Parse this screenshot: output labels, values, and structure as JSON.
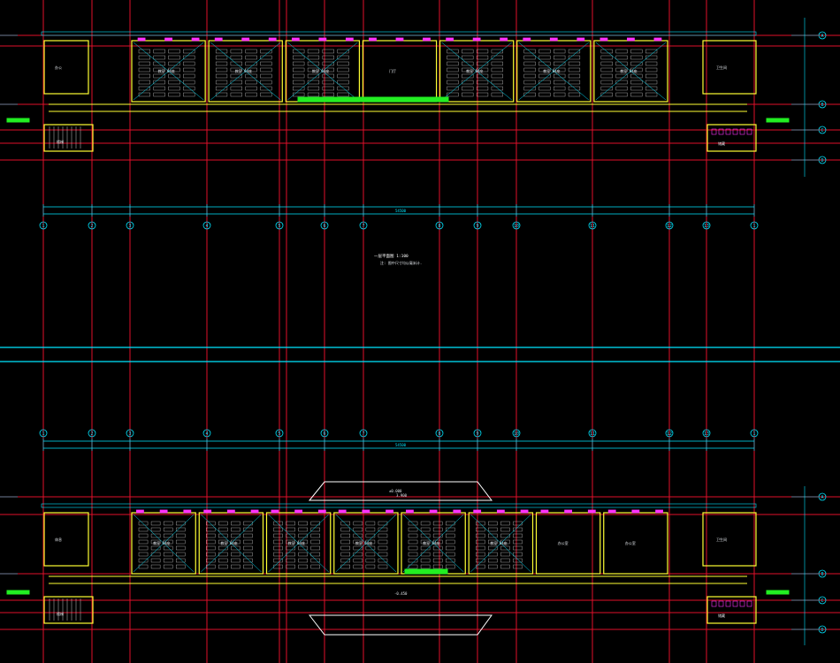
{
  "colors": {
    "background": "#000000",
    "axis_line": "#e0102a",
    "dimension": "#00e5ff",
    "wall": "#ffff33",
    "window": "#ff33ff",
    "highlight": "#22ee22",
    "desks": "#c8c8c8",
    "text": "#dfe3e8"
  },
  "upper_plan": {
    "axis_labels": [
      "1",
      "2",
      "3",
      "4",
      "5",
      "6",
      "7",
      "8",
      "9",
      "10",
      "11",
      "12",
      "13"
    ],
    "rooms": [
      {
        "id": "r1",
        "label": "教室 64座"
      },
      {
        "id": "r2",
        "label": "教室 64座"
      },
      {
        "id": "r3",
        "label": "教室 64座"
      },
      {
        "id": "r4",
        "label": "门厅"
      },
      {
        "id": "r5",
        "label": "教室 64座"
      },
      {
        "id": "r6",
        "label": "教室 64座"
      },
      {
        "id": "r7",
        "label": "教室 64座"
      }
    ],
    "side_rooms": [
      "办公",
      "楼梯",
      "卫生间",
      "储藏"
    ],
    "caption": "一层平面图  1:100",
    "caption_sub": "注: 图中尺寸均以毫米计."
  },
  "lower_plan": {
    "axis_labels": [
      "1",
      "2",
      "3",
      "4",
      "5",
      "6",
      "7",
      "8",
      "9",
      "10",
      "11",
      "12",
      "13"
    ],
    "rooms": [
      {
        "id": "r1",
        "label": "教室 64座"
      },
      {
        "id": "r2",
        "label": "教室 64座"
      },
      {
        "id": "r3",
        "label": "教室 64座"
      },
      {
        "id": "r4",
        "label": "教室 64座"
      },
      {
        "id": "r5",
        "label": "教室 64座"
      },
      {
        "id": "r6",
        "label": "教室 64座"
      },
      {
        "id": "r7",
        "label": "办公室"
      },
      {
        "id": "r8",
        "label": "办公室"
      }
    ],
    "side_rooms": [
      "休息",
      "楼梯",
      "卫生间",
      "储藏"
    ],
    "elevations": [
      "±0.000",
      "-0.450",
      "3.900"
    ]
  },
  "total_dimension": "54500",
  "legend_right": [
    "A",
    "B",
    "C",
    "D"
  ]
}
